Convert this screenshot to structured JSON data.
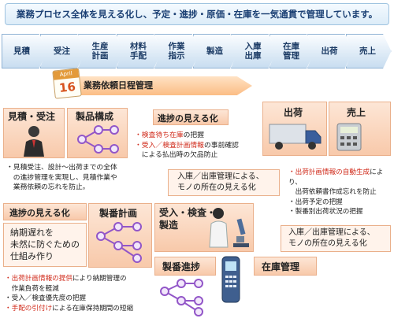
{
  "headline": "業務プロセス全体を見える化し、予定・進捗・原価・在庫を一気通貫で管理しています。",
  "steps": [
    "見積",
    "受注",
    "生産\n計画",
    "材料\n手配",
    "作業\n指示",
    "製造",
    "入庫\n出庫",
    "在庫\n管理",
    "出荷",
    "売上"
  ],
  "calendar": {
    "month": "April",
    "day": "16"
  },
  "banner": "業務依頼日程管理",
  "panels": {
    "mitsumori": "見積・受注",
    "seihin": "製品構成",
    "shinchoku_top": "進捗の見える化",
    "shukka": "出荷",
    "uriage": "売上",
    "shinchoku_left": "進捗の見える化",
    "seiban_keikaku": "製番計画",
    "ukeire": "受入・検査・\n製造",
    "seiban_shinchoku": "製番進捗",
    "zaiko": "在庫管理"
  },
  "notes": {
    "left_top": [
      "・見積受注、設計〜出荷までの全体",
      "　の進捗管理を実現し、見積作業や",
      "　業務依頼の忘れを防止。"
    ],
    "kensa": [
      {
        "red": "・検査待ち在庫",
        "rest": "の把握"
      },
      {
        "red": "・受入／検査計画情報",
        "rest": "の事前確認"
      },
      {
        "red": "",
        "rest": "　による払出時の欠品防止"
      }
    ],
    "center_mid": [
      "入庫／出庫管理による、",
      "モノの所在の見える化"
    ],
    "right_list": [
      {
        "red": "・出荷計画情報の自動生成",
        "rest": "により、"
      },
      {
        "red": "",
        "rest": "　出荷依頼書作成忘れを防止"
      },
      {
        "red": "",
        "rest": "・出荷予定の把握"
      },
      {
        "red": "",
        "rest": "・製番別出荷状況の把握"
      }
    ],
    "right_mid": [
      "入庫／出庫管理による、",
      "モノの所在の見える化"
    ],
    "left_mid": [
      "納期遅れを",
      "未然に防ぐための",
      "仕組み作り"
    ],
    "bottom_left": [
      {
        "red": "・出荷計画情報の提供",
        "rest": "により納期管理の"
      },
      {
        "red": "",
        "rest": "　作業負荷を軽減"
      },
      {
        "red": "",
        "rest": "・受入／検査優先度の把握"
      },
      {
        "red": "・手配の引付け",
        "rest": "による在庫保持期間の短縮"
      }
    ]
  }
}
